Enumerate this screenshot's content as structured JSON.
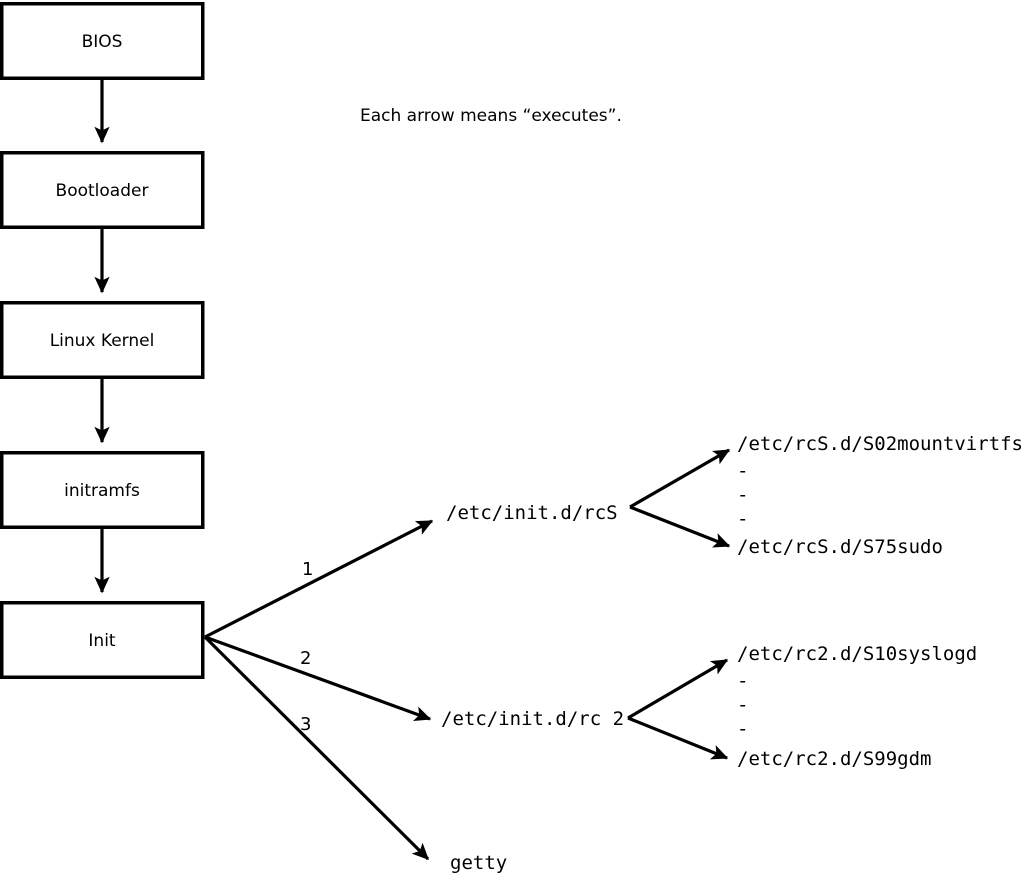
{
  "diagram": {
    "title": "Linux boot process flow diagram",
    "caption": "Each arrow means “executes”.",
    "background_color": "#ffffff",
    "stroke_color": "#000000",
    "boot_chain": [
      {
        "id": "bios",
        "label": "BIOS"
      },
      {
        "id": "bootloader",
        "label": "Bootloader"
      },
      {
        "id": "kernel",
        "label": "Linux Kernel"
      },
      {
        "id": "initramfs",
        "label": "initramfs"
      },
      {
        "id": "init",
        "label": "Init"
      }
    ],
    "init_branches": [
      {
        "number": "1",
        "target": "/etc/init.d/rcS"
      },
      {
        "number": "2",
        "target": "/etc/init.d/rc 2"
      },
      {
        "number": "3",
        "target": "getty"
      }
    ],
    "rcs_scripts": {
      "first": "/etc/rcS.d/S02mountvirtfs",
      "ellipsis": [
        "-",
        "-",
        "-"
      ],
      "last": "/etc/rcS.d/S75sudo"
    },
    "rc2_scripts": {
      "first": "/etc/rc2.d/S10syslogd",
      "ellipsis": [
        "-",
        "-",
        "-"
      ],
      "last": "/etc/rc2.d/S99gdm"
    }
  }
}
